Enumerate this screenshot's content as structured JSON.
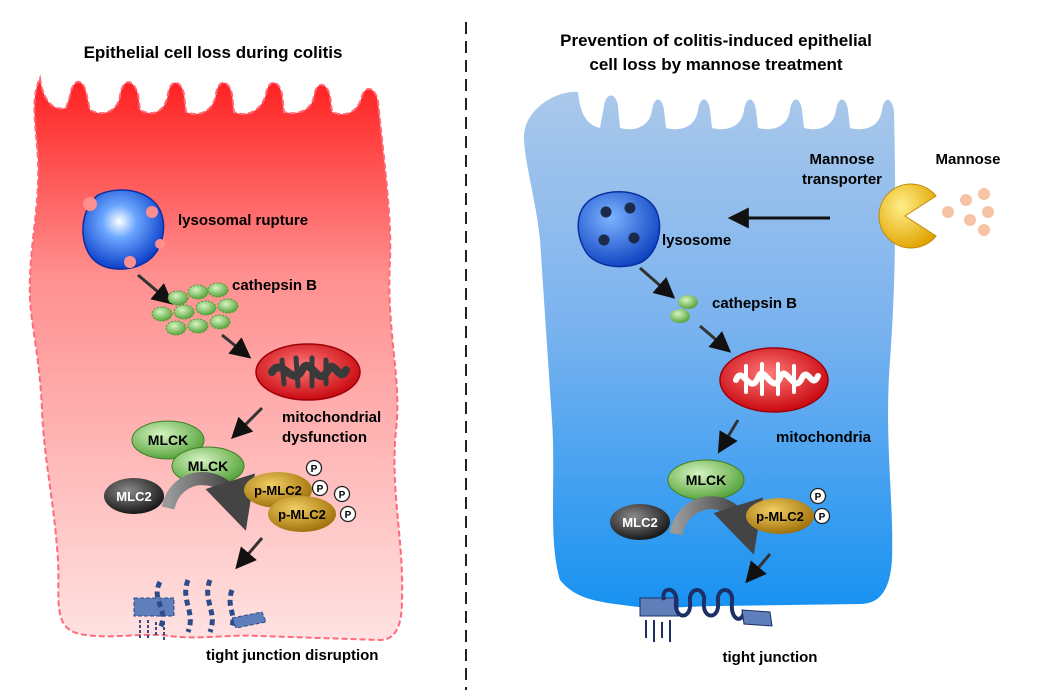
{
  "left_panel": {
    "title": "Epithelial cell loss during colitis",
    "labels": {
      "lysosomal_rupture": "lysosomal rupture",
      "cathepsin_b": "cathepsin B",
      "mito_line1": "mitochondrial",
      "mito_line2": "dysfunction",
      "mlck_top": "MLCK",
      "mlck_front": "MLCK",
      "mlc2": "MLC2",
      "pmlc2_a": "p-MLC2",
      "pmlc2_b": "p-MLC2",
      "tight_junction": "tight junction disruption"
    }
  },
  "right_panel": {
    "title_line1": "Prevention of colitis-induced epithelial",
    "title_line2": "cell loss by mannose treatment",
    "labels": {
      "mannose_transporter_line1": "Mannose",
      "mannose_transporter_line2": "transporter",
      "mannose": "Mannose",
      "lysosome": "lysosome",
      "cathepsin_b": "cathepsin B",
      "mitochondria": "mitochondria",
      "mlck": "MLCK",
      "mlc2": "MLC2",
      "pmlc2": "p-MLC2",
      "tight_junction": "tight junction"
    }
  },
  "phospho_mark": "P",
  "colors": {
    "left_cell_top": "#ff2a2a",
    "left_cell_bottom": "#ffd6d6",
    "right_cell_top": "#a9c7ea",
    "right_cell_bottom": "#1f95ef",
    "mlck_green": "#72b94b",
    "pmlc2_gold": "#c08a12",
    "mlc2_black": "#2c2c2c",
    "lysosome_blue": "#1c5ee0",
    "mitochondria_red": "#e3101a"
  }
}
